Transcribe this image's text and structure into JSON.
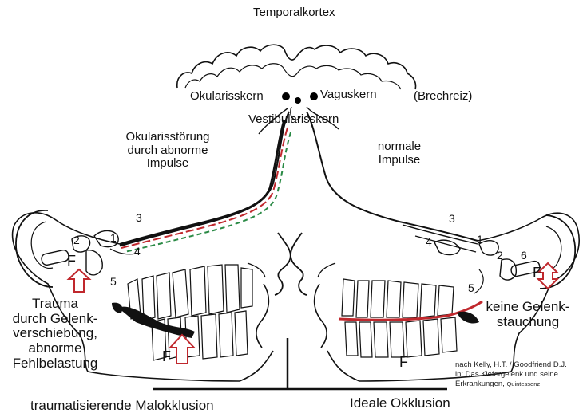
{
  "labels": {
    "temporal_cortex": "Temporalkortex",
    "ocularis_nucleus": "Okularisskern",
    "vagus_nucleus": "Vaguskern",
    "nausea_stimulus": "(Brechreiz)",
    "vestibular_nucleus": "Vestibularisskern",
    "ocularis_disorder_line1": "Okularisstörung",
    "ocularis_disorder_line2": "durch abnorme",
    "ocularis_disorder_line3": "Impulse",
    "normal_impulse_line1": "normale",
    "normal_impulse_line2": "Impulse",
    "trauma_line1": "Trauma",
    "trauma_line2": "durch Gelenk-",
    "trauma_line3": "verschiebung,",
    "trauma_line4": "abnorme",
    "trauma_line5": "Fehlbelastung",
    "no_compression_line1": "keine Gelenk-",
    "no_compression_line2": "stauchung",
    "traumatizing_malocclusion": "traumatisierende Malokklusion",
    "ideal_occlusion": "Ideale Okklusion"
  },
  "numbers": {
    "n1": "1",
    "n2": "2",
    "n3": "3",
    "n4": "4",
    "n5": "5",
    "n6": "6",
    "F": "F"
  },
  "citation": {
    "line1": "nach Kelly, H.T. / Goodfriend D.J.",
    "line2": "in: Das Kiefergelenk und seine",
    "line3": "Erkrankungen, ",
    "publisher": "Quintessenz"
  },
  "colors": {
    "impulse_red": "#c0282d",
    "impulse_green": "#2a8a45",
    "line": "#111111"
  }
}
